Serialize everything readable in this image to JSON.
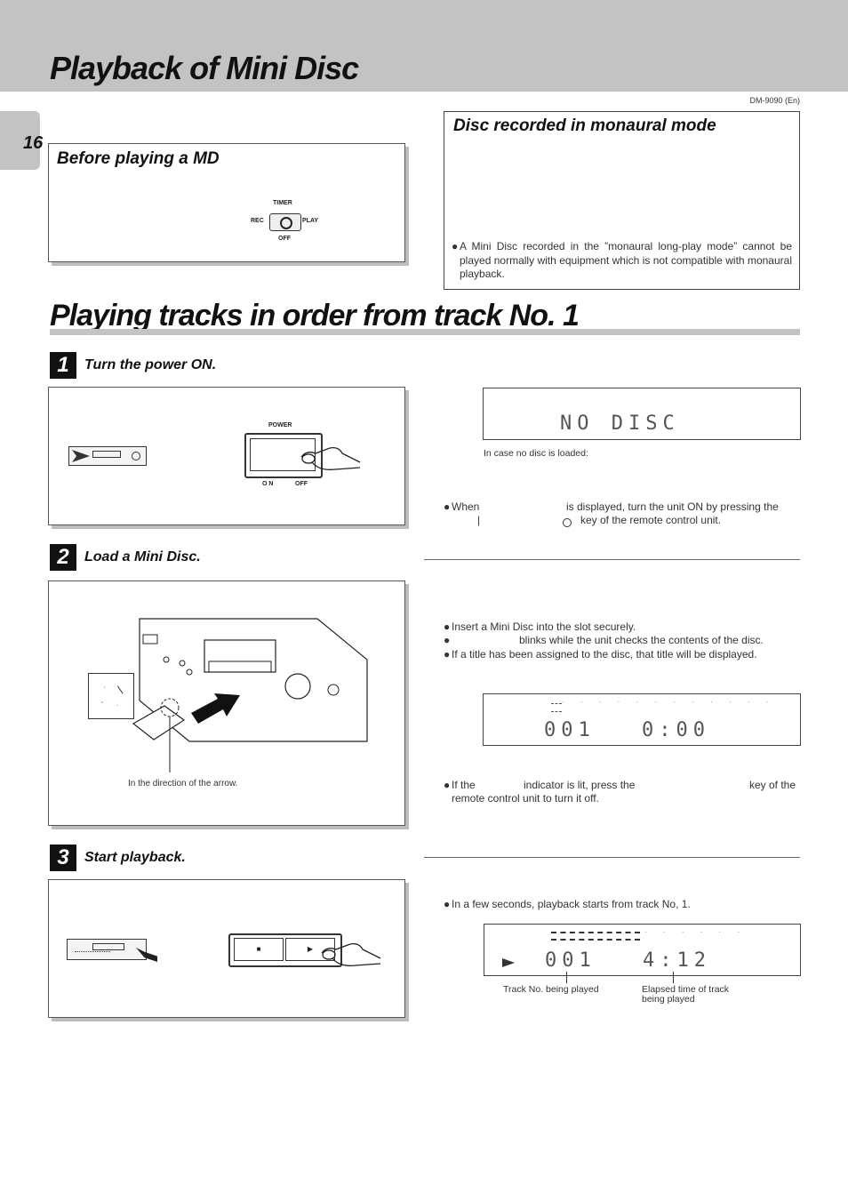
{
  "page": {
    "title": "Playback of Mini Disc",
    "model": "DM-9090 (En)",
    "page_number": "16"
  },
  "before_box": {
    "title": "Before playing a MD",
    "switch_labels": {
      "top": "TIMER",
      "left": "REC",
      "right": "PLAY",
      "bottom": "OFF"
    }
  },
  "mono_box": {
    "title": "Disc recorded in monaural mode",
    "note": "A Mini Disc recorded in the ”monaural long-play mode” cannot be played normally with equipment which is not compatible with monaural playback."
  },
  "section": {
    "title": "Playing tracks in order from track No. 1"
  },
  "step1": {
    "number": "1",
    "label": "Turn the power ON.",
    "power_label": "POWER",
    "on_label": "O N",
    "off_label": "OFF",
    "display_text": "NO DISC",
    "display_caption": "In case no disc is loaded:",
    "note_a": "When",
    "note_b": "is displayed, turn the unit ON by pressing the",
    "note_c": "key of the remote control unit."
  },
  "step2": {
    "number": "2",
    "label": "Load a Mini Disc.",
    "arrow_caption": "In the direction of the arrow.",
    "note1": "Insert a Mini Disc into the slot securely.",
    "note2": "blinks while the unit checks the contents of the disc.",
    "note3": "If a title has been assigned to the disc, that title will be displayed.",
    "display_track": "001",
    "display_time": "0:00",
    "note4_a": "If the",
    "note4_b": "indicator is lit, press the",
    "note4_c": "key of the",
    "note4_d": "remote control unit to turn it off."
  },
  "step3": {
    "number": "3",
    "label": "Start playback.",
    "stop_symbol": "■",
    "play_symbol": "▶",
    "note1": "In a few seconds, playback starts from track No, 1.",
    "display_track": "001",
    "display_time": "4:12",
    "caption_track": "Track No. being played",
    "caption_time_line1": "Elapsed time of track",
    "caption_time_line2": "being played"
  }
}
